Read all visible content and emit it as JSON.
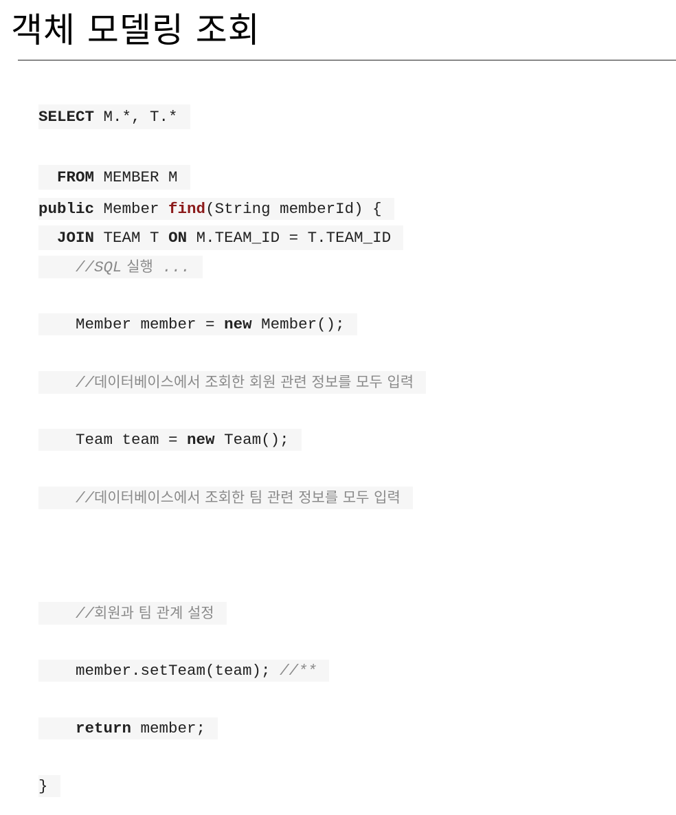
{
  "title": "객체 모델링 조회",
  "sql": {
    "line1": {
      "kw": "SELECT",
      "rest": " M.*, T.*"
    },
    "line2": {
      "indent": "  ",
      "kw": "FROM",
      "rest": " MEMBER M"
    },
    "line3": {
      "indent": "  ",
      "kw1": "JOIN",
      "mid": " TEAM T ",
      "kw2": "ON",
      "rest": " M.TEAM_ID = T.TEAM_ID"
    }
  },
  "java": {
    "sig": {
      "kw": "public",
      "pre": " Member ",
      "fn": "find",
      "post": "(String memberId) {"
    },
    "c1": {
      "indent": "    ",
      "slashes": "//",
      "sql": "SQL",
      "ko": " 실행",
      "dots": " ..."
    },
    "l3": {
      "indent": "    ",
      "pre": "Member member = ",
      "kw": "new",
      "post": " Member();"
    },
    "c2": {
      "indent": "    ",
      "slashes": "//",
      "ko": "데이터베이스에서 조회한 회원 관련 정보를 모두 입력"
    },
    "l5": {
      "indent": "    ",
      "pre": "Team team = ",
      "kw": "new",
      "post": " Team();"
    },
    "c3": {
      "indent": "    ",
      "slashes": "//",
      "ko": "데이터베이스에서 조회한 팀 관련 정보를 모두 입력"
    },
    "c4": {
      "indent": "    ",
      "slashes": "//",
      "ko": "회원과 팀 관계 설정"
    },
    "l9": {
      "indent": "    ",
      "code": "member.setTeam(team); ",
      "cmt": "//**"
    },
    "l10": {
      "indent": "    ",
      "kw": "return",
      "post": " member;"
    },
    "close": "}"
  }
}
